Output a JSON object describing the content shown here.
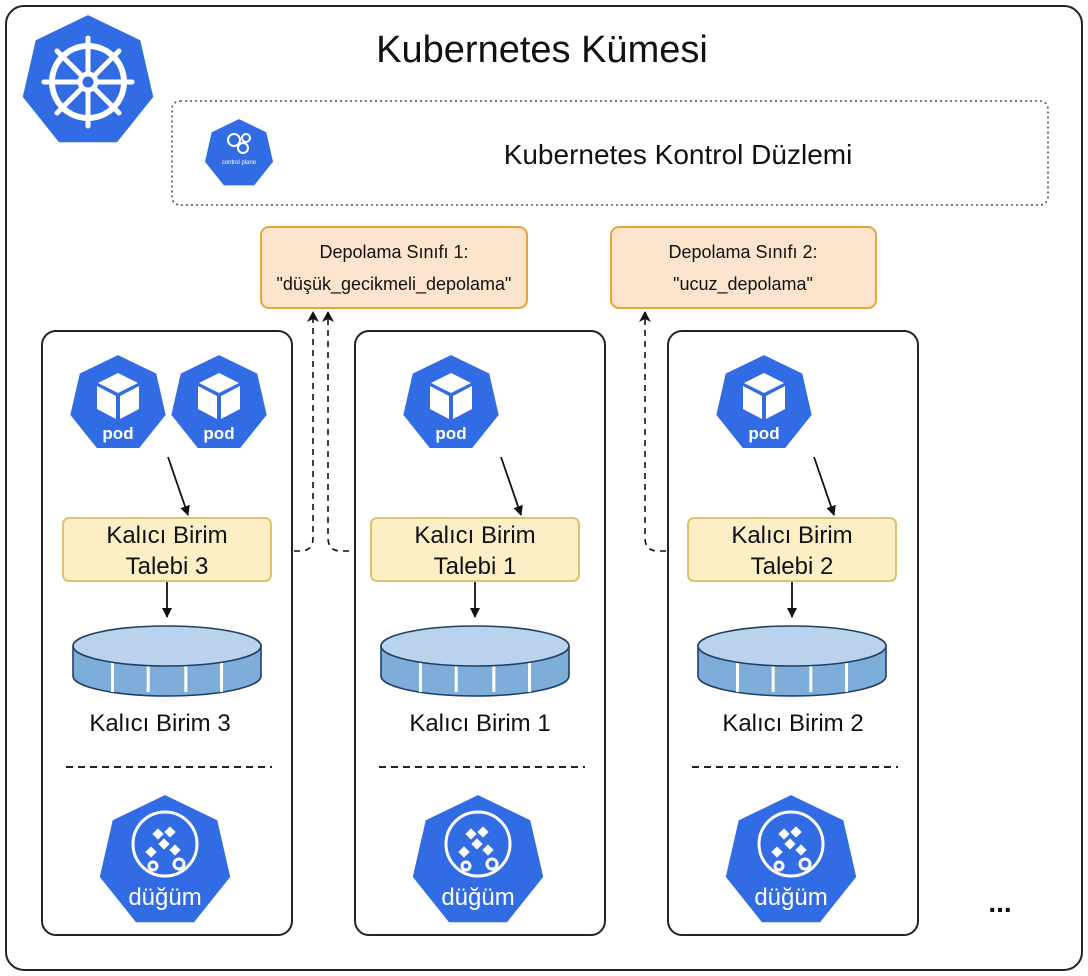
{
  "colors": {
    "k8s_blue": "#326CE5",
    "class_fill": "#FCE4CD",
    "class_border": "#E8A33D",
    "claim_fill": "#FCEFC6",
    "claim_border": "#E2C06A",
    "volume_top": "#B9D3EC",
    "volume_side": "#7FADD9"
  },
  "title": "Kubernetes Kümesi",
  "control_plane": {
    "label": "Kubernetes Kontrol Düzlemi",
    "icon": "control-plane-icon",
    "icon_caption": "control plane"
  },
  "cluster_icon": "kubernetes-helm-icon",
  "storage_classes": [
    {
      "line1": "Depolama Sınıfı 1:",
      "line2": "\"düşük_gecikmeli_depolama\""
    },
    {
      "line1": "Depolama Sınıfı 2:",
      "line2": "\"ucuz_depolama\""
    }
  ],
  "nodes": [
    {
      "pods": [
        "pod",
        "pod"
      ],
      "claim_line1": "Kalıcı Birim",
      "claim_line2": "Talebi 3",
      "volume": "Kalıcı Birim 3",
      "node": "düğüm",
      "storage_class": 1
    },
    {
      "pods": [
        "pod"
      ],
      "claim_line1": "Kalıcı Birim",
      "claim_line2": "Talebi 1",
      "volume": "Kalıcı Birim 1",
      "node": "düğüm",
      "storage_class": 1
    },
    {
      "pods": [
        "pod"
      ],
      "claim_line1": "Kalıcı Birim",
      "claim_line2": "Talebi 2",
      "volume": "Kalıcı Birim 2",
      "node": "düğüm",
      "storage_class": 2
    }
  ],
  "ellipsis": "..."
}
